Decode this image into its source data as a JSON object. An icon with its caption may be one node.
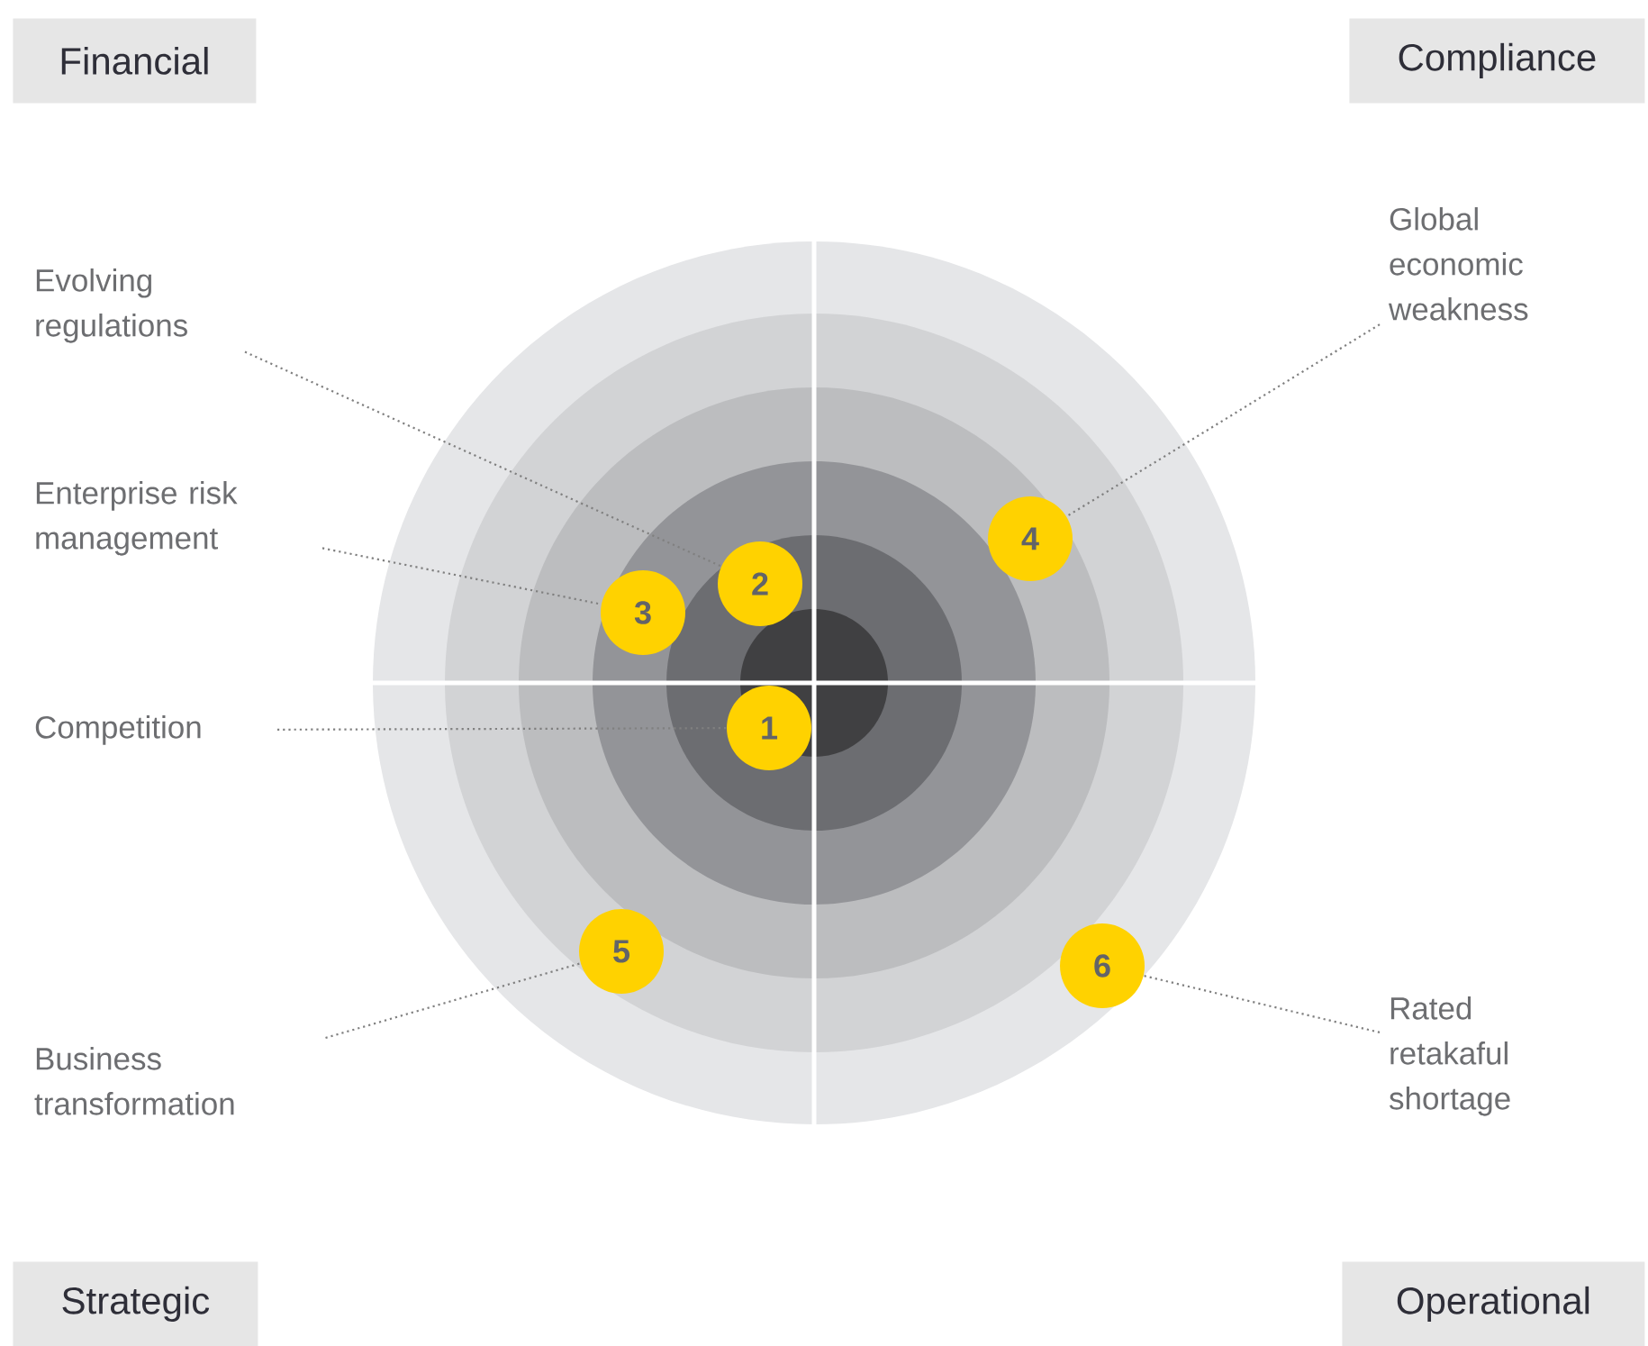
{
  "diagram": {
    "nodes": [
      {
        "text": [
          "Financial"
        ]
      },
      {
        "text": [
          "Compliance"
        ]
      },
      {
        "text": [
          "Evolving regulations"
        ]
      },
      {
        "text": [
          "Global economic weakness"
        ]
      },
      {
        "text": [
          "Enterprise risk management"
        ]
      },
      {
        "text": [
          "2"
        ]
      },
      {
        "text": [
          "4"
        ]
      },
      {
        "text": [
          "3"
        ]
      },
      {
        "text": [
          "Competition"
        ]
      },
      {
        "text": [
          "1"
        ]
      },
      {
        "text": [
          "5"
        ]
      },
      {
        "text": [
          "6"
        ]
      },
      {
        "text": [
          "Business transformation"
        ]
      },
      {
        "text": [
          "Rated retakaful shortage"
        ]
      },
      {
        "text": [
          "Strategic"
        ]
      },
      {
        "text": [
          "Operational"
        ]
      }
    ],
    "edges": [
      {
        "from": 2,
        "to": 5,
        "arrow": "none",
        "style": "dashed"
      },
      {
        "from": 3,
        "to": 6,
        "arrow": "none",
        "style": "dashed"
      },
      {
        "from": 4,
        "to": 7,
        "arrow": "none",
        "style": "dashed"
      },
      {
        "from": 8,
        "to": 9,
        "arrow": "none",
        "style": "dashed"
      },
      {
        "from": 12,
        "to": 10,
        "arrow": "none",
        "style": "dashed"
      },
      {
        "from": 13,
        "to": 11,
        "arrow": "none",
        "style": "dashed"
      }
    ]
  }
}
